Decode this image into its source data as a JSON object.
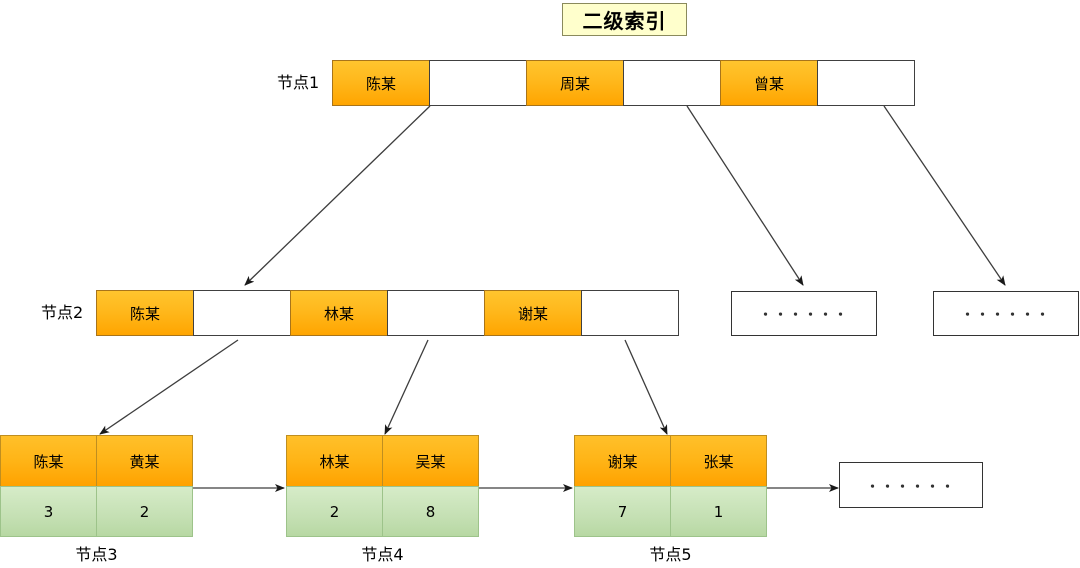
{
  "title": "二级索引",
  "nodes": {
    "node1": {
      "label": "节点1",
      "cells": [
        {
          "text": "陈某",
          "type": "key"
        },
        {
          "text": "",
          "type": "ptr"
        },
        {
          "text": "周某",
          "type": "key"
        },
        {
          "text": "",
          "type": "ptr"
        },
        {
          "text": "曾某",
          "type": "key"
        },
        {
          "text": "",
          "type": "ptr"
        }
      ]
    },
    "node2": {
      "label": "节点2",
      "cells": [
        {
          "text": "陈某",
          "type": "key"
        },
        {
          "text": "",
          "type": "ptr"
        },
        {
          "text": "林某",
          "type": "key"
        },
        {
          "text": "",
          "type": "ptr"
        },
        {
          "text": "谢某",
          "type": "key"
        },
        {
          "text": "",
          "type": "ptr"
        }
      ]
    },
    "ellipsis_a": "・・・・・・",
    "ellipsis_b": "・・・・・・",
    "ellipsis_c": "・・・・・・",
    "node3": {
      "label": "节点3",
      "keys": [
        "陈某",
        "黄某"
      ],
      "values": [
        "3",
        "2"
      ]
    },
    "node4": {
      "label": "节点4",
      "keys": [
        "林某",
        "吴某"
      ],
      "values": [
        "2",
        "8"
      ]
    },
    "node5": {
      "label": "节点5",
      "keys": [
        "谢某",
        "张某"
      ],
      "values": [
        "7",
        "1"
      ]
    }
  },
  "colors": {
    "key_fill": "#ffb81c",
    "value_fill": "#c5e0b4",
    "title_fill": "#ffffcc",
    "line": "#404040"
  }
}
